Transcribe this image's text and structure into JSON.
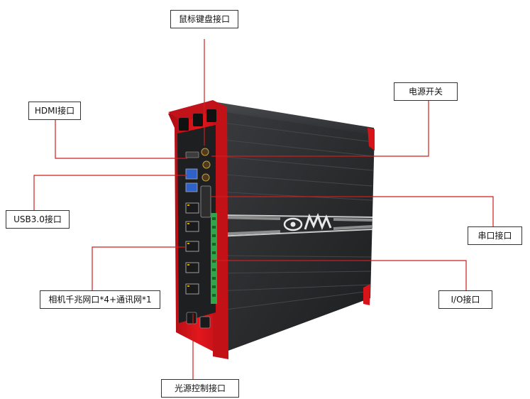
{
  "labels": {
    "mouse_keyboard": "鼠标键盘接口",
    "power_switch": "电源开关",
    "hdmi": "HDMI接口",
    "usb": "USB3.0接口",
    "serial": "串口接口",
    "camera_lan": "相机千兆网口*4+通讯网*1",
    "io": "I/O接口",
    "light_control": "光源控制接口"
  },
  "colors": {
    "leader_line": "#cc1f1f",
    "chassis_body": "#2a2b2d",
    "chassis_frame": "#d8141b",
    "io_terminal": "#2fa64a",
    "label_border": "#333333"
  }
}
